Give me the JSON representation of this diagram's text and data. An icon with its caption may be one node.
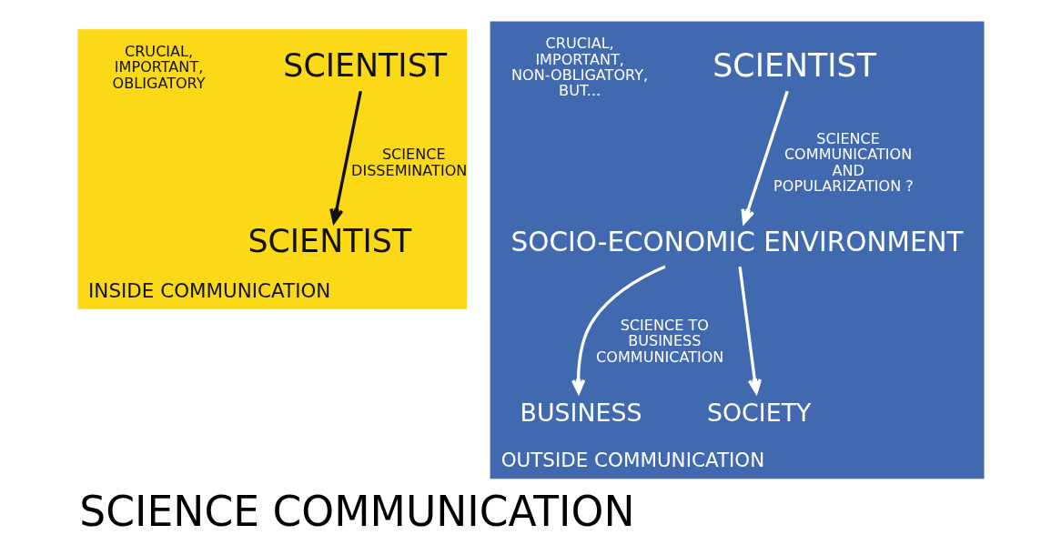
{
  "diagram": {
    "title": "SCIENCE COMMUNICATION",
    "nodes": [
      {
        "text": [
          "INSIDE COMMUNICATION"
        ]
      },
      {
        "text": [
          "SCIENTIST"
        ],
        "in": 0
      },
      {
        "text": [
          "SCIENTIST"
        ],
        "in": 0
      },
      {
        "text": [
          "OUTSIDE COMMUNICATION"
        ]
      },
      {
        "text": [
          "SCIENTIST"
        ],
        "in": 3
      },
      {
        "text": [
          "SOCIO-ECONOMIC ENVIRONMENT"
        ],
        "in": 3
      },
      {
        "text": [
          "BUSINESS"
        ],
        "in": 3
      },
      {
        "text": [
          "SOCIETY"
        ],
        "in": 3
      }
    ],
    "edges": [
      {
        "from": 1,
        "to": 2,
        "arrow": "to",
        "label": "SCIENCE DISSEMINATION",
        "color": "#111111"
      },
      {
        "from": 4,
        "to": 5,
        "arrow": "to",
        "label": "SCIENCE COMMUNICATION AND POPULARIZATION ?"
      },
      {
        "from": 5,
        "to": 6,
        "arrow": "to",
        "label": "SCIENCE TO BUSINESS COMMUNICATION"
      },
      {
        "from": 5,
        "to": 7,
        "arrow": "to"
      }
    ],
    "labels": [
      "CRUCIAL, IMPORTANT, OBLIGATORY",
      "CRUCIAL, IMPORTANT, NON-OBLIGATORY, BUT..."
    ]
  }
}
